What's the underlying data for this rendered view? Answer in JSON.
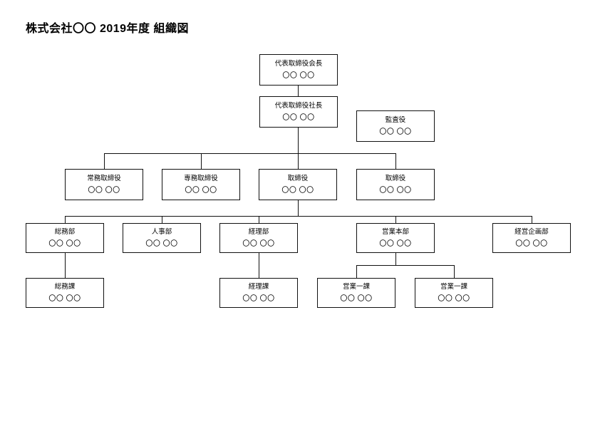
{
  "document": {
    "title": "株式会社〇〇 2019年度 組織図",
    "company": "株式会社〇〇",
    "fiscal_year": "2019年度",
    "chart_label": "組織図",
    "background_color": "#ffffff",
    "line_color": "#111111",
    "text_color": "#000000"
  },
  "name_placeholder": "〇〇 〇〇",
  "nodes": {
    "chairman": {
      "title": "代表取締役会長",
      "name": "〇〇 〇〇"
    },
    "president": {
      "title": "代表取締役社長",
      "name": "〇〇 〇〇"
    },
    "auditor": {
      "title": "監査役",
      "name": "〇〇 〇〇"
    },
    "managing_dir": {
      "title": "常務取締役",
      "name": "〇〇 〇〇"
    },
    "senior_managing": {
      "title": "専務取締役",
      "name": "〇〇 〇〇"
    },
    "director_1": {
      "title": "取締役",
      "name": "〇〇 〇〇"
    },
    "director_2": {
      "title": "取締役",
      "name": "〇〇 〇〇"
    },
    "general_affairs_dept": {
      "title": "総務部",
      "name": "〇〇 〇〇"
    },
    "hr_dept": {
      "title": "人事部",
      "name": "〇〇 〇〇"
    },
    "accounting_dept": {
      "title": "経理部",
      "name": "〇〇 〇〇"
    },
    "sales_hq": {
      "title": "営業本部",
      "name": "〇〇 〇〇"
    },
    "corporate_planning_dept": {
      "title": "経営企画部",
      "name": "〇〇 〇〇"
    },
    "general_affairs_section": {
      "title": "総務課",
      "name": "〇〇 〇〇"
    },
    "accounting_section": {
      "title": "経理課",
      "name": "〇〇 〇〇"
    },
    "sales_section_1": {
      "title": "営業一課",
      "name": "〇〇 〇〇"
    },
    "sales_section_2": {
      "title": "営業一課",
      "name": "〇〇 〇〇"
    }
  }
}
